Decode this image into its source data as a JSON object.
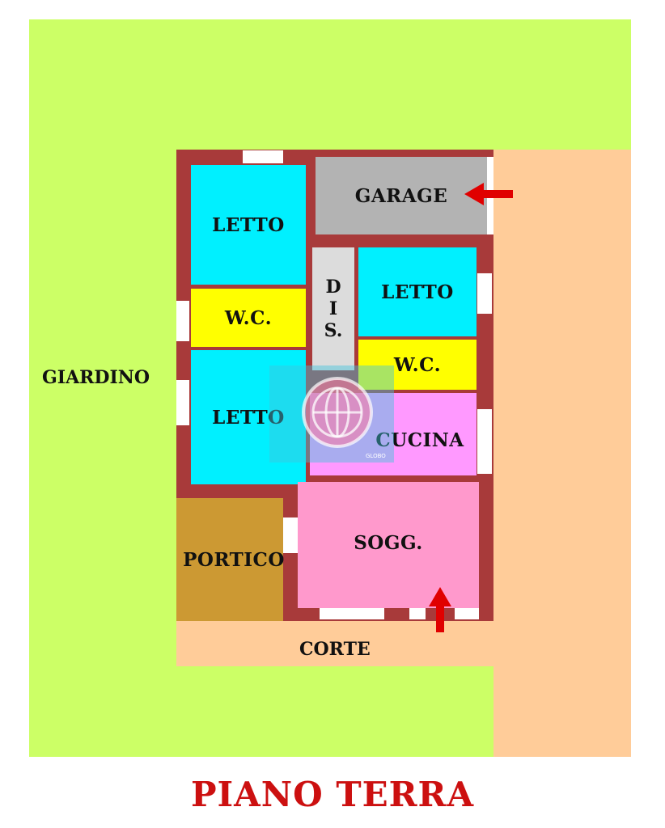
{
  "title": "PIANO TERRA",
  "labels": {
    "garage": "GARAGE",
    "letto": "LETTO",
    "wc": "W.C.",
    "dis": [
      "D",
      "I",
      "S."
    ],
    "cucina": "CUCINA",
    "sogg": "SOGG.",
    "portico": "PORTICO",
    "giardino": "GIARDINO",
    "corte": "CORTE",
    "watermark": "GLOBO"
  },
  "colors": {
    "giardino": "#ccff66",
    "corte": "#ffcc99",
    "walls": "#a83a3a",
    "letto": "#00f0ff",
    "wc": "#ffff00",
    "garage": "#b3b3b3",
    "dis": "#dcdcdc",
    "cucina": "#ff99ff",
    "sogg": "#ff99cc",
    "portico": "#cc9933",
    "arrows": "#e00000",
    "title": "#cc1010"
  },
  "icons": [
    "entrance-arrow-icon",
    "globe-watermark-icon"
  ]
}
